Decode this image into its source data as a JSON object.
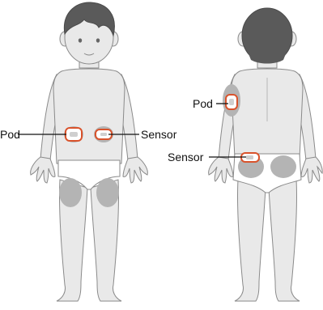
{
  "front_figure": {
    "labels": {
      "pod": "Pod",
      "sensor": "Sensor"
    }
  },
  "back_figure": {
    "labels": {
      "pod": "Pod",
      "sensor": "Sensor"
    }
  },
  "colors": {
    "skin": "#e9e9e9",
    "outline": "#8a8a8a",
    "hair": "#5a5a5a",
    "site_fill": "#b4b4b4",
    "highlight_ring": "#d9532c",
    "device_fill": "#ffffff",
    "leader_line": "#111111"
  }
}
